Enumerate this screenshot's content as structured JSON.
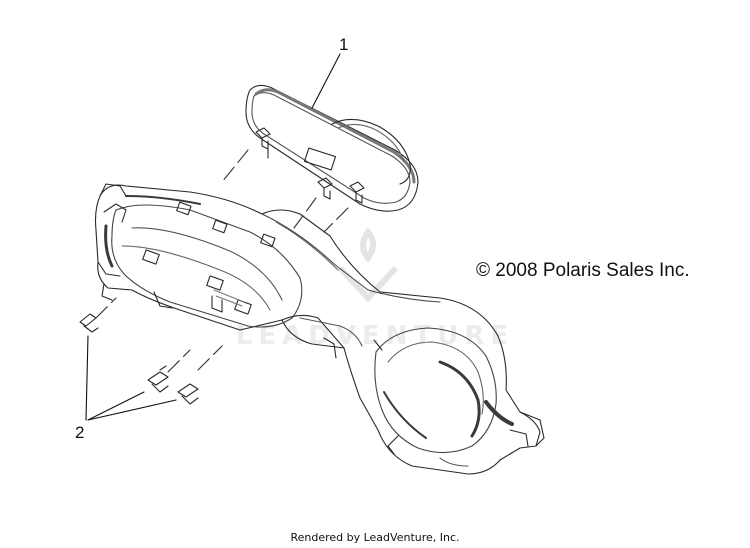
{
  "callouts": [
    {
      "label": "1"
    },
    {
      "label": "2"
    }
  ],
  "copyright": "© 2008 Polaris Sales Inc.",
  "rendered_by": "Rendered by LeadVenture, Inc.",
  "watermark_text": "LEADVENTURE",
  "colors": {
    "line": "#2a2a2a",
    "shade": "#8a8a8a",
    "dark": "#3a3a3a",
    "watermark": "#e6e6e6"
  }
}
